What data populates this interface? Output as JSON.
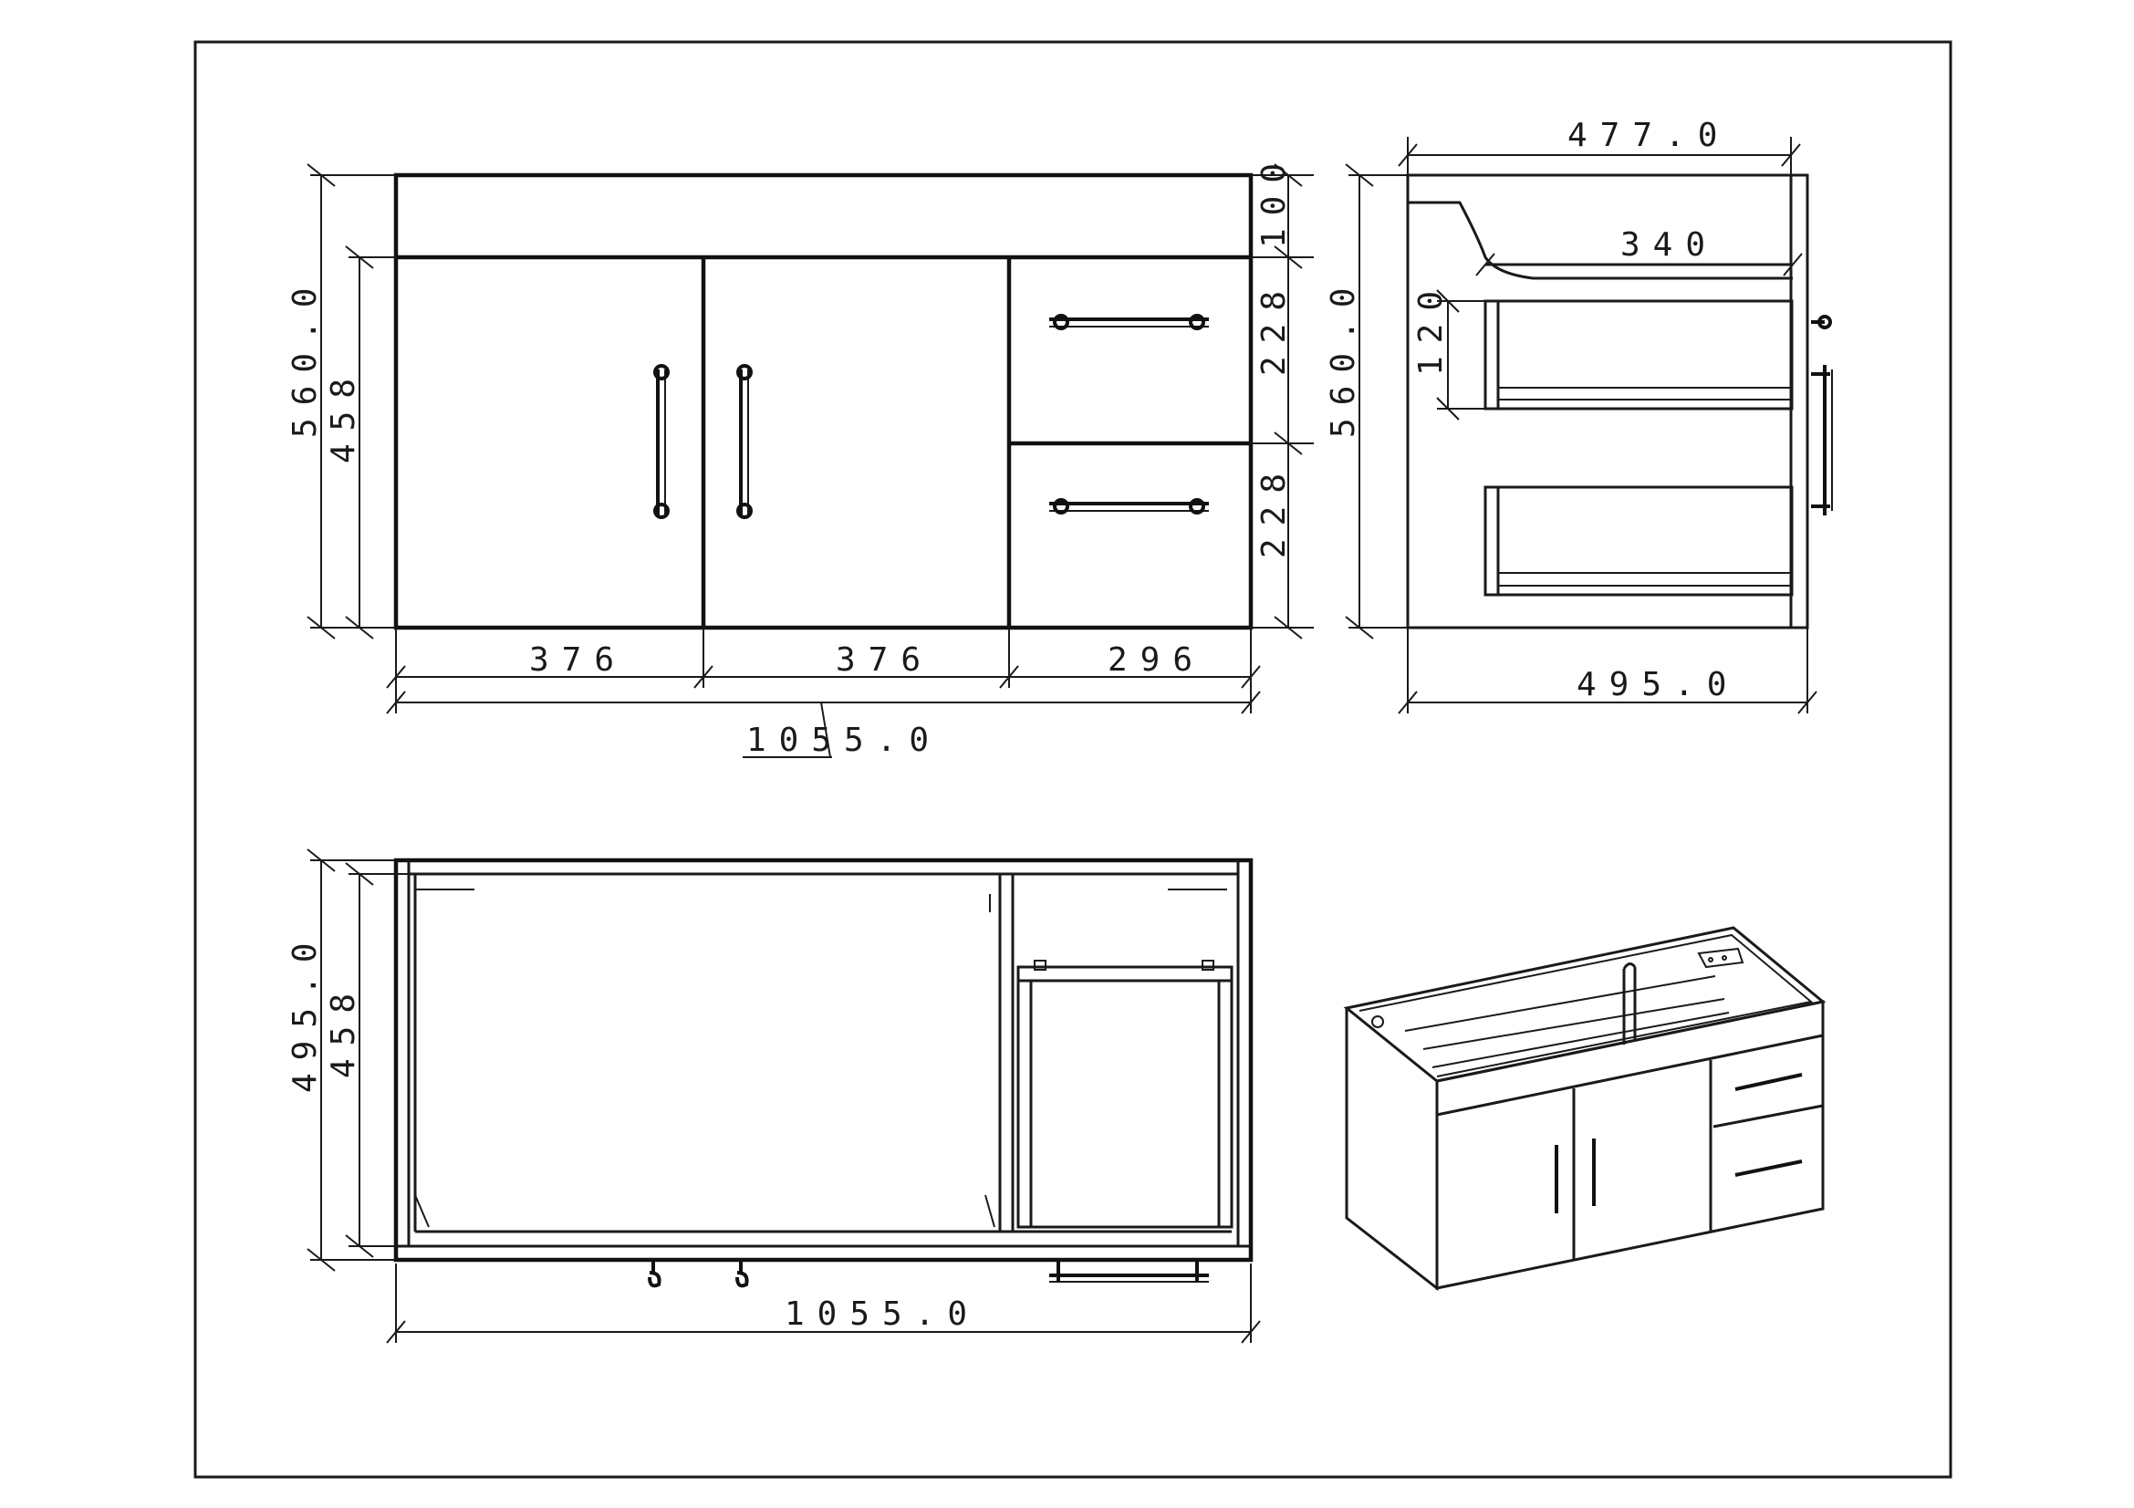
{
  "dimensions": {
    "front": {
      "total_height": "560.0",
      "body_height": "458",
      "top_panel": "100",
      "drawer_top": "228",
      "drawer_bottom": "228",
      "door_left": "376",
      "door_right": "376",
      "drawer_width": "296",
      "total_width": "1055.0"
    },
    "side": {
      "top_depth": "477.0",
      "inner_depth": "340",
      "drawer_height": "120",
      "total_height": "560.0",
      "total_depth": "495.0"
    },
    "plan": {
      "total_depth": "495.0",
      "inner_depth": "458",
      "total_width": "1055.0"
    }
  },
  "colors": {
    "line": "#1a1a1a",
    "background": "#ffffff"
  }
}
